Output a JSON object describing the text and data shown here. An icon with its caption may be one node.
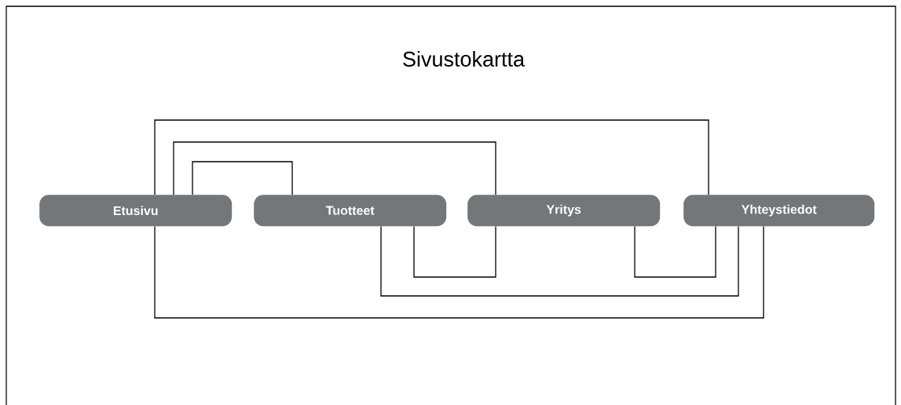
{
  "diagram": {
    "title": "Sivustokartta",
    "nodes": [
      {
        "text": [
          "Etusivu"
        ]
      },
      {
        "text": [
          "Tuotteet"
        ]
      },
      {
        "text": [
          "Yritys"
        ]
      },
      {
        "text": [
          "Yhteystiedot"
        ]
      }
    ],
    "edges": [
      {
        "from": 0,
        "to": 1,
        "arrow": "none"
      },
      {
        "from": 0,
        "to": 2,
        "arrow": "none"
      },
      {
        "from": 0,
        "to": 3,
        "arrow": "none"
      },
      {
        "from": 1,
        "to": 2,
        "arrow": "none"
      },
      {
        "from": 1,
        "to": 3,
        "arrow": "none"
      },
      {
        "from": 2,
        "to": 3,
        "arrow": "none"
      },
      {
        "from": 0,
        "to": 3,
        "arrow": "none"
      }
    ]
  }
}
